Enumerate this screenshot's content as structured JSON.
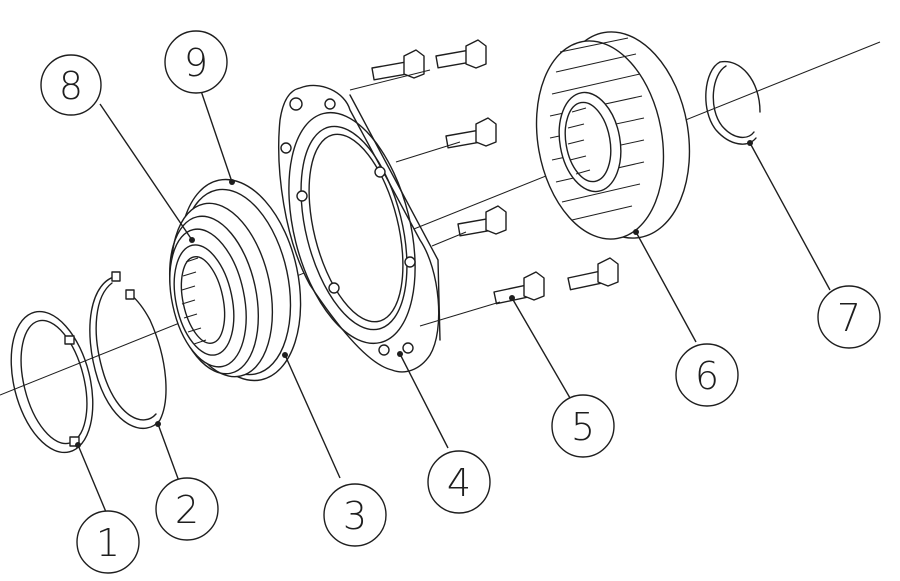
{
  "diagram": {
    "callouts": [
      {
        "id": "c1",
        "label": "1"
      },
      {
        "id": "c2",
        "label": "2"
      },
      {
        "id": "c3",
        "label": "3"
      },
      {
        "id": "c4",
        "label": "4"
      },
      {
        "id": "c5",
        "label": "5"
      },
      {
        "id": "c6",
        "label": "6"
      },
      {
        "id": "c7",
        "label": "7"
      },
      {
        "id": "c8",
        "label": "8"
      },
      {
        "id": "c9",
        "label": "9"
      }
    ]
  },
  "colors": {
    "ink": "#1e1e1e",
    "background": "#ffffff"
  }
}
